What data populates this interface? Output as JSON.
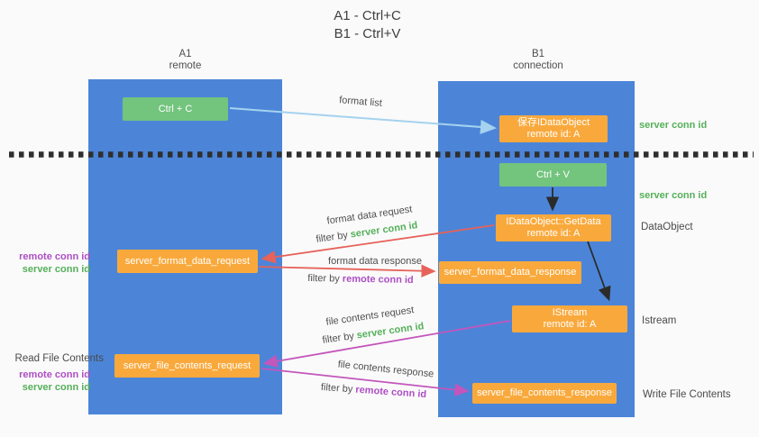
{
  "title_lines": [
    "A1 - Ctrl+C",
    "B1 - Ctrl+V"
  ],
  "lanes": {
    "left": {
      "id": "A1",
      "sub": "remote"
    },
    "right": {
      "id": "B1",
      "sub": "connection"
    }
  },
  "nodes": {
    "ctrl_c": "Ctrl + C",
    "ctrl_v": "Ctrl + V",
    "save_dataobject_l1": "保存IDataObject",
    "save_dataobject_l2": "remote id: A",
    "getdata_l1": "IDataObject::GetData",
    "getdata_l2": "remote id: A",
    "istream_l1": "IStream",
    "istream_l2": "remote id: A",
    "format_request": "server_format_data_request",
    "format_response": "server_format_data_response",
    "file_request": "server_file_contents_request",
    "file_response": "server_file_contents_response"
  },
  "arrow_labels": {
    "format_list": "format list",
    "format_data_request": "format data request",
    "format_data_response": "format data response",
    "file_contents_request": "file contents request",
    "file_contents_response": "file contents response",
    "filter_by": "filter by",
    "server_conn_id": "server conn id",
    "remote_conn_id": "remote conn id"
  },
  "side_labels": {
    "server_conn_id": "server conn id",
    "remote_conn_id": "remote conn id",
    "dataobject": "DataObject",
    "istream": "Istream",
    "read_file": "Read File Contents",
    "write_file": "Write File Contents"
  },
  "colors": {
    "lane_blue": "#4c85d8",
    "green_node": "#73c47d",
    "orange_node": "#f9a93c",
    "green_text": "#55b05a",
    "purple_text": "#ae4ec4",
    "red_arrow": "#e6625a",
    "magenta_arrow": "#c356bb",
    "light_blue_arrow": "#a5d2ee",
    "divider": "#2f2f2f"
  }
}
